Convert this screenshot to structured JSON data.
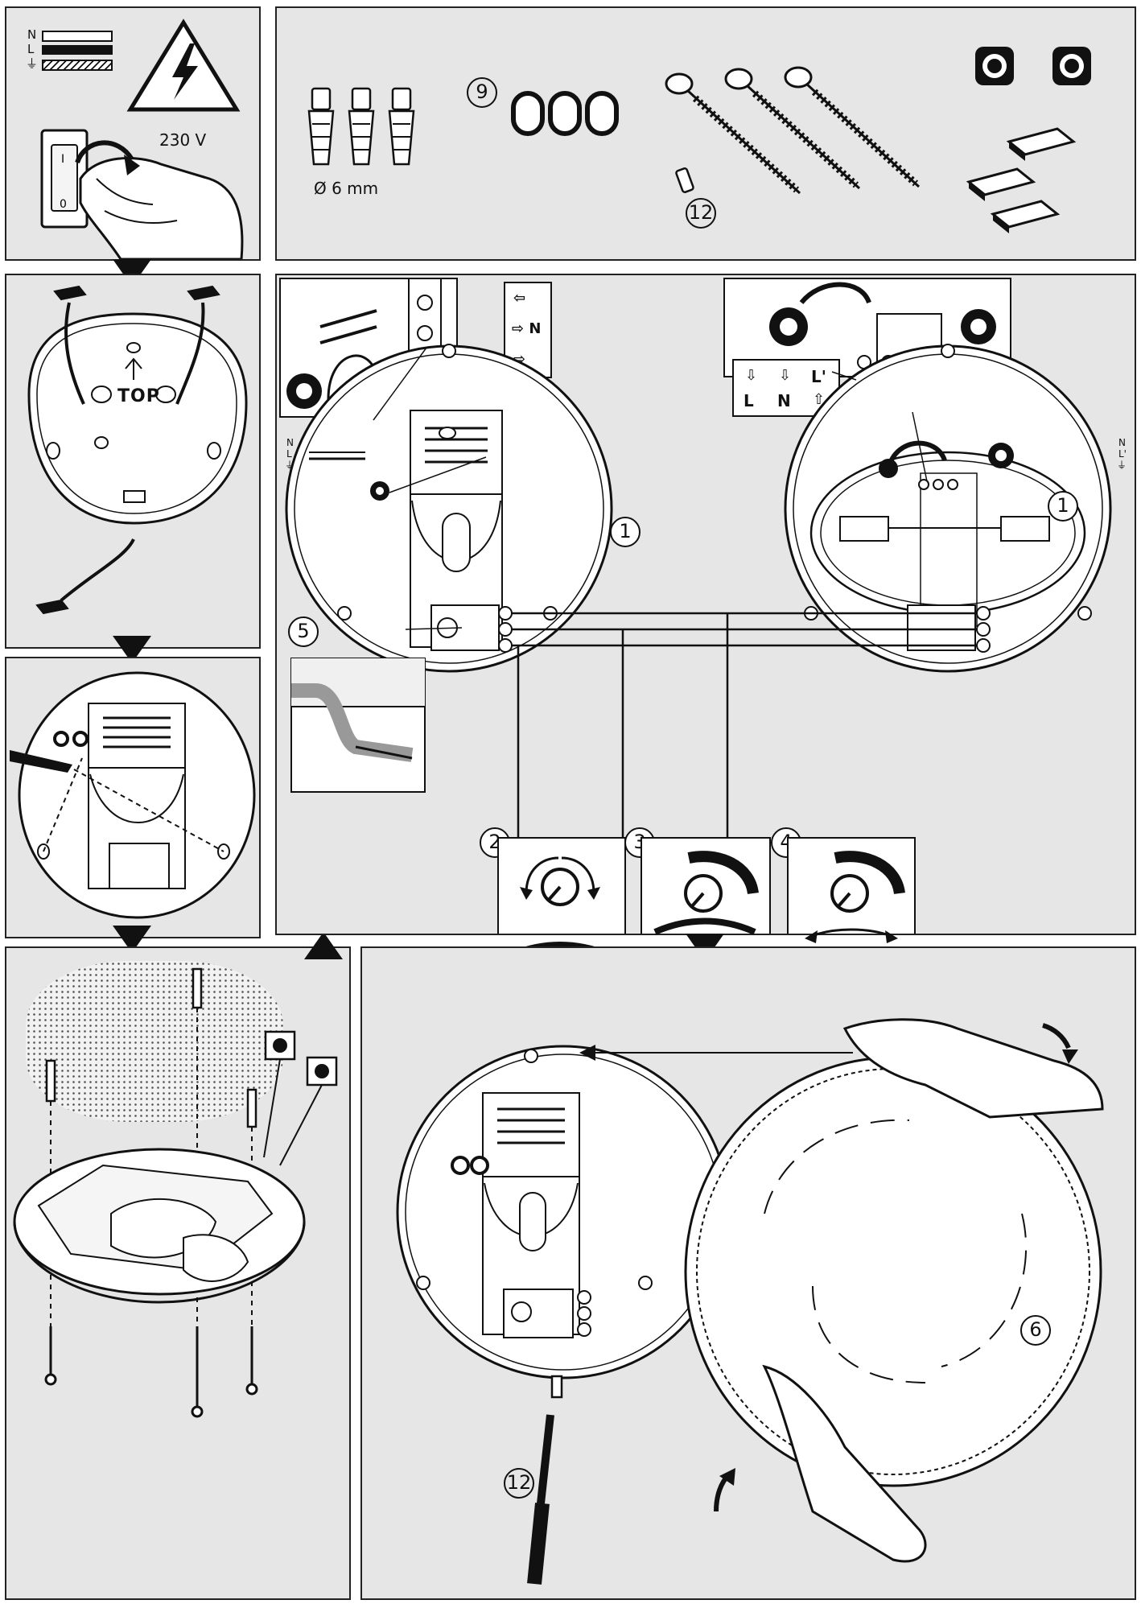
{
  "safety": {
    "wire_labels": [
      "N",
      "L",
      "⏚"
    ],
    "voltage": "230 V"
  },
  "parts": {
    "dowel_size": "Ø 6 mm",
    "item_9": "9",
    "item_12": "12"
  },
  "wiring": {
    "terminal_left": [
      "⇦",
      "⇨ N",
      "⇨"
    ],
    "terminal_right": [
      "L",
      "N",
      "L'"
    ],
    "left_wire_labels": [
      "N",
      "L",
      "⏚"
    ],
    "right_wire_labels": [
      "N",
      "L'",
      "⏚"
    ],
    "item_1": "1",
    "item_5": "5"
  },
  "top_label": "TOP",
  "controls": {
    "item_2": "2",
    "item_3": "3",
    "item_4": "4"
  },
  "assembly": {
    "item_6": "6",
    "item_12": "12"
  }
}
